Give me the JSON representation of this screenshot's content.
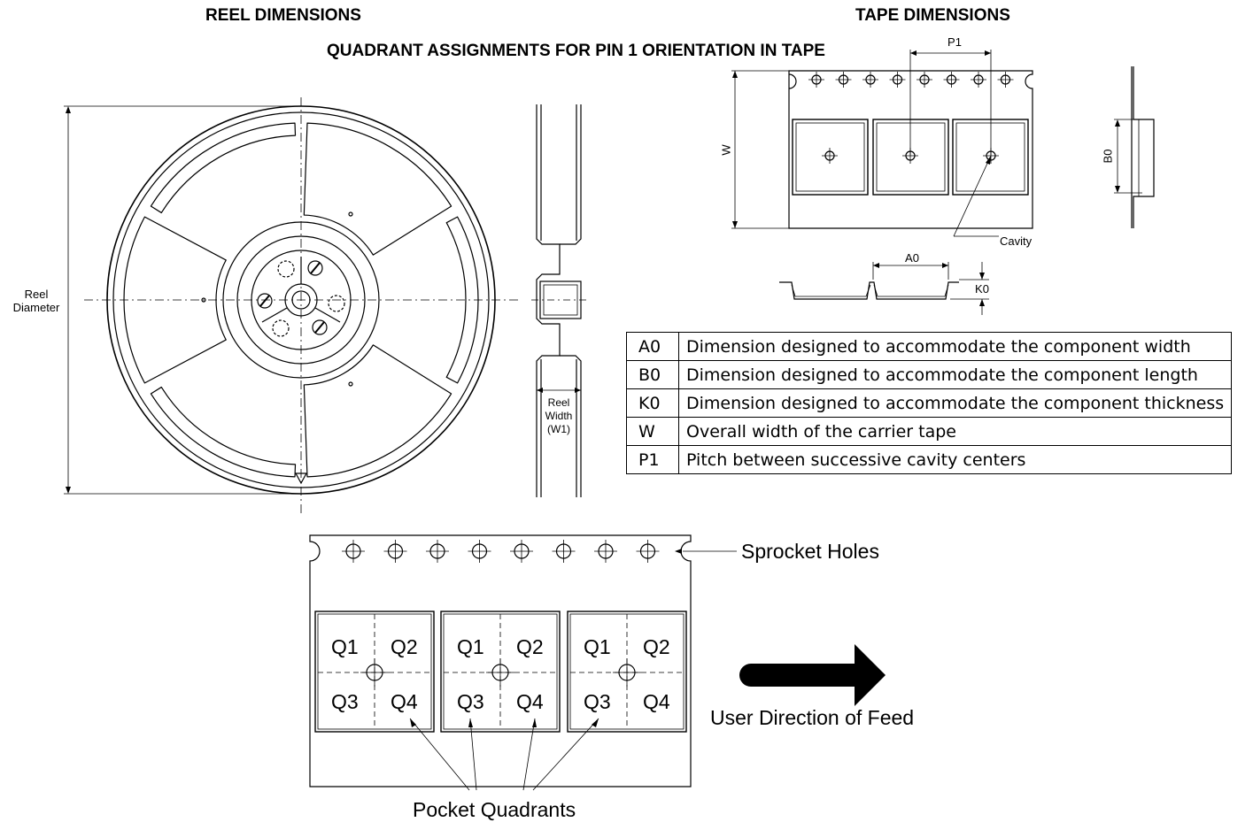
{
  "headers": {
    "reel": "REEL DIMENSIONS",
    "tape": "TAPE DIMENSIONS",
    "quadrant": "QUADRANT ASSIGNMENTS FOR PIN 1 ORIENTATION IN TAPE"
  },
  "reel_labels": {
    "diameter_line1": "Reel",
    "diameter_line2": "Diameter",
    "width_line1": "Reel",
    "width_line2": "Width",
    "width_line3": "(W1)"
  },
  "tape_labels": {
    "p1": "P1",
    "w": "W",
    "b0": "B0",
    "a0": "A0",
    "k0": "K0",
    "cavity": "Cavity"
  },
  "definitions": [
    {
      "symbol": "A0",
      "text": "Dimension designed to accommodate the component width"
    },
    {
      "symbol": "B0",
      "text": "Dimension designed to accommodate the component length"
    },
    {
      "symbol": "K0",
      "text": "Dimension designed to accommodate the component thickness"
    },
    {
      "symbol": "W",
      "text": "Overall width of the carrier tape"
    },
    {
      "symbol": "P1",
      "text": "Pitch between successive cavity centers"
    }
  ],
  "quadrant_diagram": {
    "sprocket_label": "Sprocket Holes",
    "quadrants": [
      "Q1",
      "Q2",
      "Q3",
      "Q4"
    ],
    "feed_label": "User Direction of Feed",
    "pocket_label": "Pocket Quadrants"
  },
  "icons": {
    "sprocket": "crosshair-circle-icon",
    "feed_arrow": "right-arrow-icon"
  }
}
